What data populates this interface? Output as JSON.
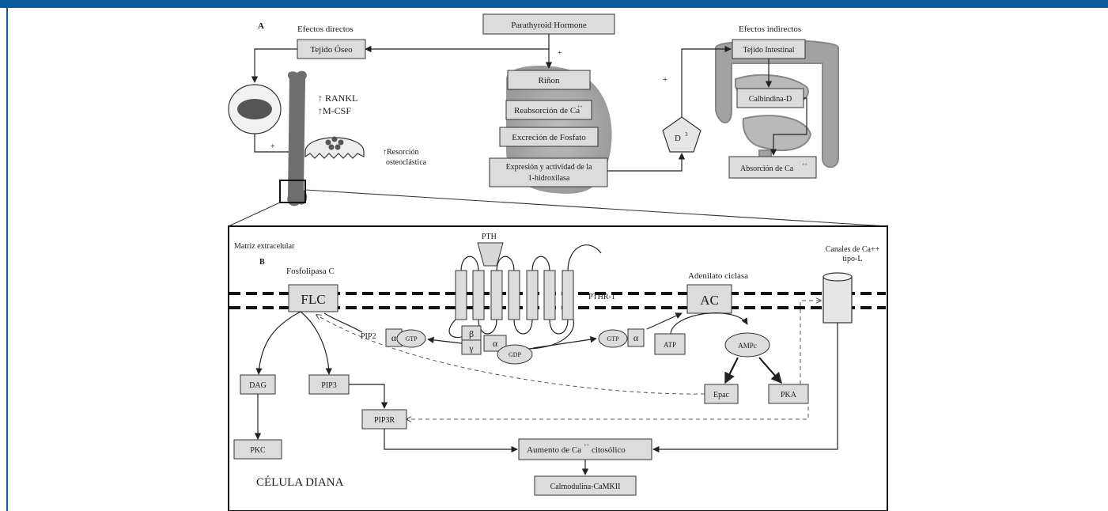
{
  "panel_a": {
    "label": "A",
    "efectos_directos": "Efectos directos",
    "efectos_indirectos": "Efectos indirectos",
    "parathyroid": "Parathyroid Hormone",
    "tejido_oseo": "Tejido Óseo",
    "plus": "+",
    "rinon": "Riñon",
    "reabsorcion": "Reabsorción de Ca",
    "reabsorcion_sup": "++",
    "excrecion": "Excreción de Fosfato",
    "expresion_1": "Expresión y actividad de la",
    "expresion_2": "1-hidroxilasa",
    "rankl": "↑ RANKL",
    "mcsf": "↑M-CSF",
    "resorcion_1": "↑Resorción",
    "resorcion_2": "osteoclástica",
    "d3": "D",
    "d3_sup": "3",
    "tejido_intestinal": "Tejido Intestinal",
    "calbindina": "Calbindina-D",
    "absorcion": "Absorción de Ca",
    "absorcion_sup": "++"
  },
  "panel_b": {
    "label": "B",
    "matriz": "Matriz extracelular",
    "fosfolipasa": "Fosfolipasa C",
    "flc": "FLC",
    "pth": "PTH",
    "pthr1": "PTHR-1",
    "adenilato": "Adenilato ciclasa",
    "ac": "AC",
    "canales_1": "Canales de Ca++",
    "canales_2": "tipo-L",
    "pip2": "PIP2",
    "alpha": "α",
    "beta": "β",
    "gamma": "γ",
    "gtp": "GTP",
    "gdp": "GDP",
    "atp": "ATP",
    "ampc": "AMPc",
    "dag": "DAG",
    "pip3": "PIP3",
    "pip3r": "PIP3R",
    "pkc": "PKC",
    "epac": "Epac",
    "pka": "PKA",
    "aumento": "Aumento de Ca",
    "aumento_sup": "++",
    "aumento_tail": " citosólico",
    "calmodulina": "Calmodulina-CaMKII",
    "celula": "CÉLULA DIANA"
  }
}
